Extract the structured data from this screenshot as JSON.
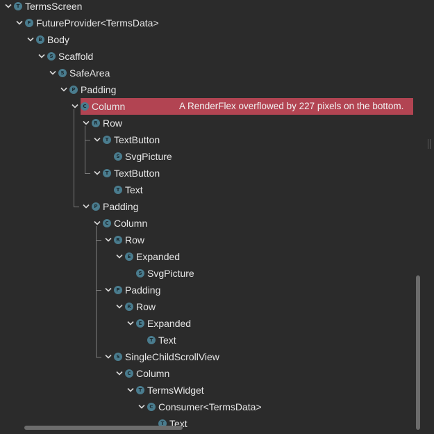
{
  "tree": {
    "nodes": [
      {
        "label": "TermsScreen",
        "badge": "T",
        "expandable": true
      },
      {
        "label": "FutureProvider<TermsData>",
        "badge": "F",
        "expandable": true
      },
      {
        "label": "Body",
        "badge": "B",
        "expandable": true
      },
      {
        "label": "Scaffold",
        "badge": "S",
        "expandable": true
      },
      {
        "label": "SafeArea",
        "badge": "S",
        "expandable": true
      },
      {
        "label": "Padding",
        "badge": "P",
        "expandable": true
      },
      {
        "label": "Column",
        "badge": "C",
        "expandable": true,
        "selected": true,
        "error": "A RenderFlex overflowed by 227 pixels on the bottom."
      },
      {
        "label": "Row",
        "badge": "R",
        "expandable": true
      },
      {
        "label": "TextButton",
        "badge": "T",
        "expandable": true
      },
      {
        "label": "SvgPicture",
        "badge": "S",
        "expandable": false
      },
      {
        "label": "TextButton",
        "badge": "T",
        "expandable": true
      },
      {
        "label": "Text",
        "badge": "T",
        "expandable": false
      },
      {
        "label": "Padding",
        "badge": "P",
        "expandable": true
      },
      {
        "label": "Column",
        "badge": "C",
        "expandable": true
      },
      {
        "label": "Row",
        "badge": "R",
        "expandable": true
      },
      {
        "label": "Expanded",
        "badge": "E",
        "expandable": true
      },
      {
        "label": "SvgPicture",
        "badge": "S",
        "expandable": false
      },
      {
        "label": "Padding",
        "badge": "P",
        "expandable": true
      },
      {
        "label": "Row",
        "badge": "R",
        "expandable": true
      },
      {
        "label": "Expanded",
        "badge": "E",
        "expandable": true
      },
      {
        "label": "Text",
        "badge": "T",
        "expandable": false
      },
      {
        "label": "SingleChildScrollView",
        "badge": "S",
        "expandable": true
      },
      {
        "label": "Column",
        "badge": "C",
        "expandable": true
      },
      {
        "label": "TermsWidget",
        "badge": "T",
        "expandable": true
      },
      {
        "label": "Consumer<TermsData>",
        "badge": "C",
        "expandable": true
      },
      {
        "label": "Text",
        "badge": "T",
        "expandable": false
      }
    ]
  },
  "colors": {
    "background": "#2b2b2b",
    "selection": "#b24452",
    "badge": "#4a7c8e",
    "text": "#e6e6e6",
    "guide_lines": "#7a7a7a",
    "scrollbar": "#6c6c6c"
  },
  "icons": {
    "expand": "chevron-down-icon",
    "node_badge": "widget-type-badge"
  }
}
